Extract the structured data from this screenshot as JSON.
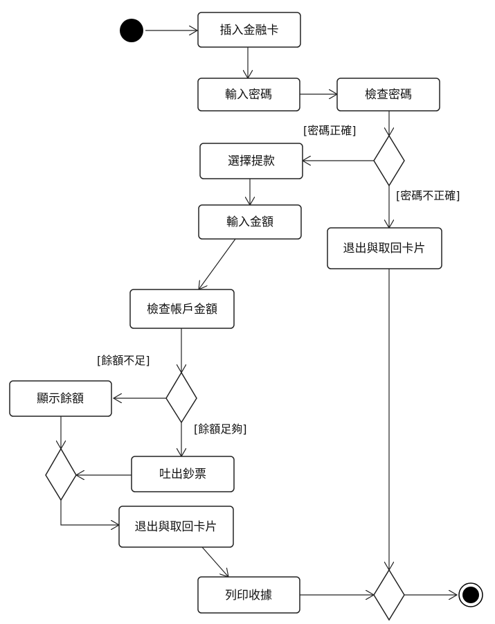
{
  "nodes": {
    "insert_card": "插入金融卡",
    "enter_pin": "輸入密碼",
    "check_pin": "檢查密碼",
    "select_withdraw": "選擇提款",
    "enter_amount": "輸入金額",
    "check_balance": "檢查帳戶金額",
    "show_balance": "顯示餘額",
    "dispense_cash": "吐出鈔票",
    "exit_card_left": "退出與取回卡片",
    "exit_card_right": "退出與取回卡片",
    "print_receipt": "列印收據"
  },
  "guards": {
    "pin_correct": "[密碼正確]",
    "pin_incorrect": "[密碼不正確]",
    "balance_insufficient": "[餘額不足]",
    "balance_sufficient": "[餘額足夠]"
  },
  "colors": {
    "stroke": "#222222",
    "fill": "#ffffff",
    "start": "#000000"
  }
}
